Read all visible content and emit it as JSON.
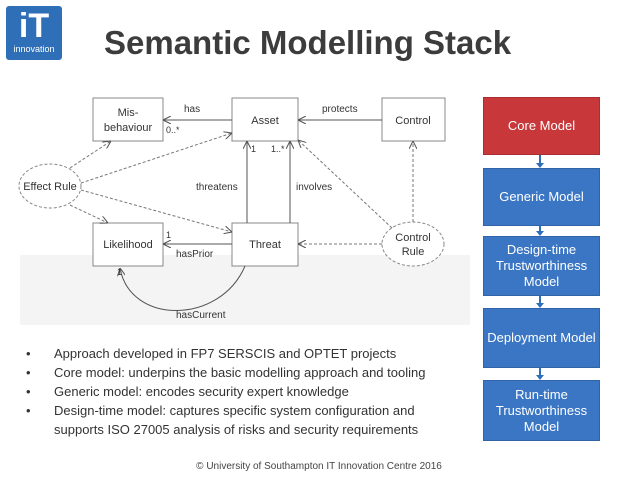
{
  "logo": {
    "big": "iT",
    "small": "innovation"
  },
  "title": "Semantic Modelling Stack",
  "diagram": {
    "nodes": {
      "misbehaviour_line1": "Mis-",
      "misbehaviour_line2": "behaviour",
      "asset": "Asset",
      "control": "Control",
      "effect_rule": "Effect Rule",
      "likelihood": "Likelihood",
      "threat": "Threat",
      "control_rule_line1": "Control",
      "control_rule_line2": "Rule"
    },
    "edges": {
      "has": "has",
      "has_mult": "0..*",
      "protects": "protects",
      "threatens": "threatens",
      "involves": "involves",
      "asset_mult_1": "1",
      "asset_mult_2": "1..*",
      "hasprior": "hasPrior",
      "hasprior_mult": "1",
      "hascurrent": "hasCurrent",
      "hascurrent_mult": "1"
    }
  },
  "stack": [
    {
      "label": "Core Model",
      "color": "#c8383a"
    },
    {
      "label": "Generic Model",
      "color": "#3a76c4"
    },
    {
      "label": "Design-time Trustworthiness Model",
      "color": "#3a76c4"
    },
    {
      "label": "Deployment Model",
      "color": "#3a76c4"
    },
    {
      "label": "Run-time Trustworthiness Model",
      "color": "#3a76c4"
    }
  ],
  "bullets": [
    "Approach developed in FP7 SERSCIS and OPTET projects",
    "Core model: underpins the basic modelling approach and tooling",
    "Generic model: encodes security expert knowledge",
    "Design-time model: captures specific system configuration and supports ISO 27005 analysis of risks and security requirements"
  ],
  "footer": "© University of Southampton IT Innovation Centre 2016"
}
